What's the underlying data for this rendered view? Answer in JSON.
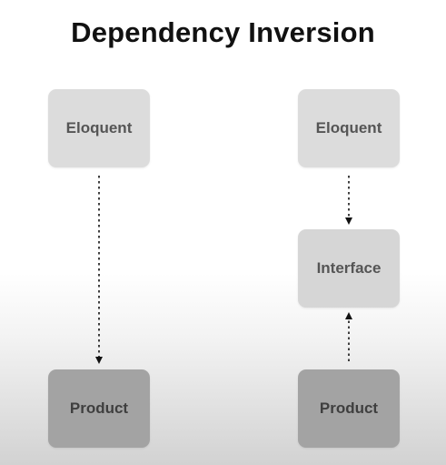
{
  "title": "Dependency Inversion",
  "left_diagram": {
    "top_box": "Eloquent",
    "bottom_box": "Product"
  },
  "right_diagram": {
    "top_box": "Eloquent",
    "middle_box": "Interface",
    "bottom_box": "Product"
  },
  "colors": {
    "title": "#111111",
    "box_light": "#dcdcdc",
    "box_dark": "#a3a3a3",
    "label": "#555555",
    "arrow": "#111111"
  }
}
